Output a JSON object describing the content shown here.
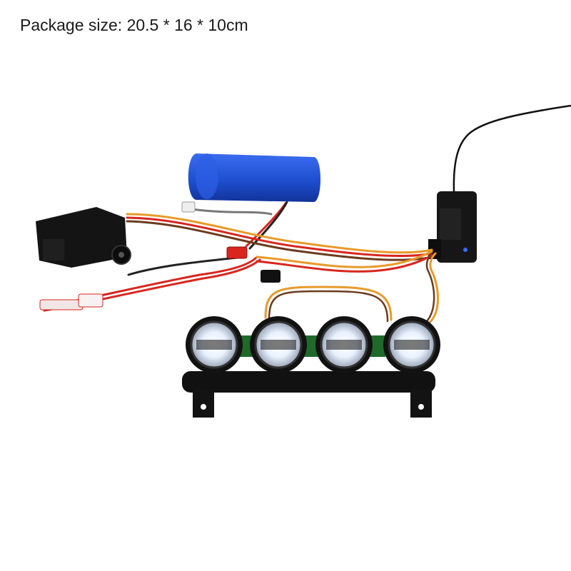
{
  "caption": {
    "text": "Package size: 20.5 * 16 * 10cm"
  },
  "product": {
    "components": [
      "battery-pack",
      "servo",
      "receiver",
      "antenna",
      "switch",
      "connectors",
      "light-bar"
    ],
    "light_count": 4
  },
  "colors": {
    "background": "#ffffff",
    "battery": "#1e4fd0",
    "wire_red": "#d8261e",
    "wire_orange": "#e89a2a",
    "wire_brown": "#6b3b1e",
    "body_black": "#151515",
    "led": "#f4f8ff"
  }
}
